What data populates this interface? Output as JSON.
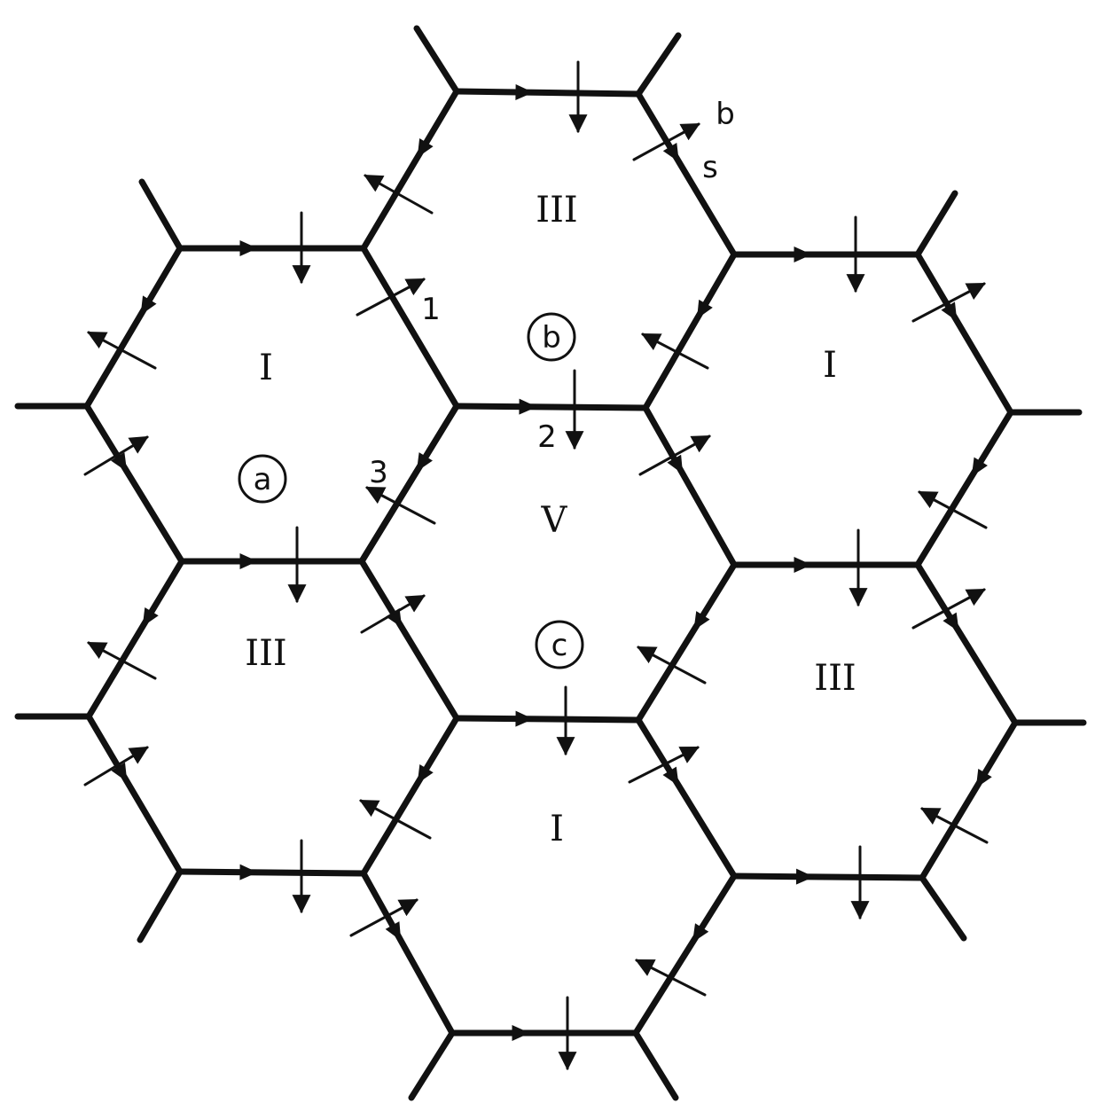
{
  "colors": {
    "ink": "#111111",
    "paper": "#ffffff"
  },
  "hexagons": [
    {
      "id": "top",
      "label": "III"
    },
    {
      "id": "upper-left",
      "label": "I"
    },
    {
      "id": "upper-right",
      "label": "I"
    },
    {
      "id": "center",
      "label": "V"
    },
    {
      "id": "lower-left",
      "label": "III"
    },
    {
      "id": "lower-right",
      "label": "III"
    },
    {
      "id": "bottom",
      "label": "I"
    }
  ],
  "circled_labels": {
    "a": "a",
    "b": "b",
    "c": "c"
  },
  "edge_labels": {
    "one": "1",
    "two": "2",
    "three": "3",
    "s": "s",
    "b": "b"
  }
}
